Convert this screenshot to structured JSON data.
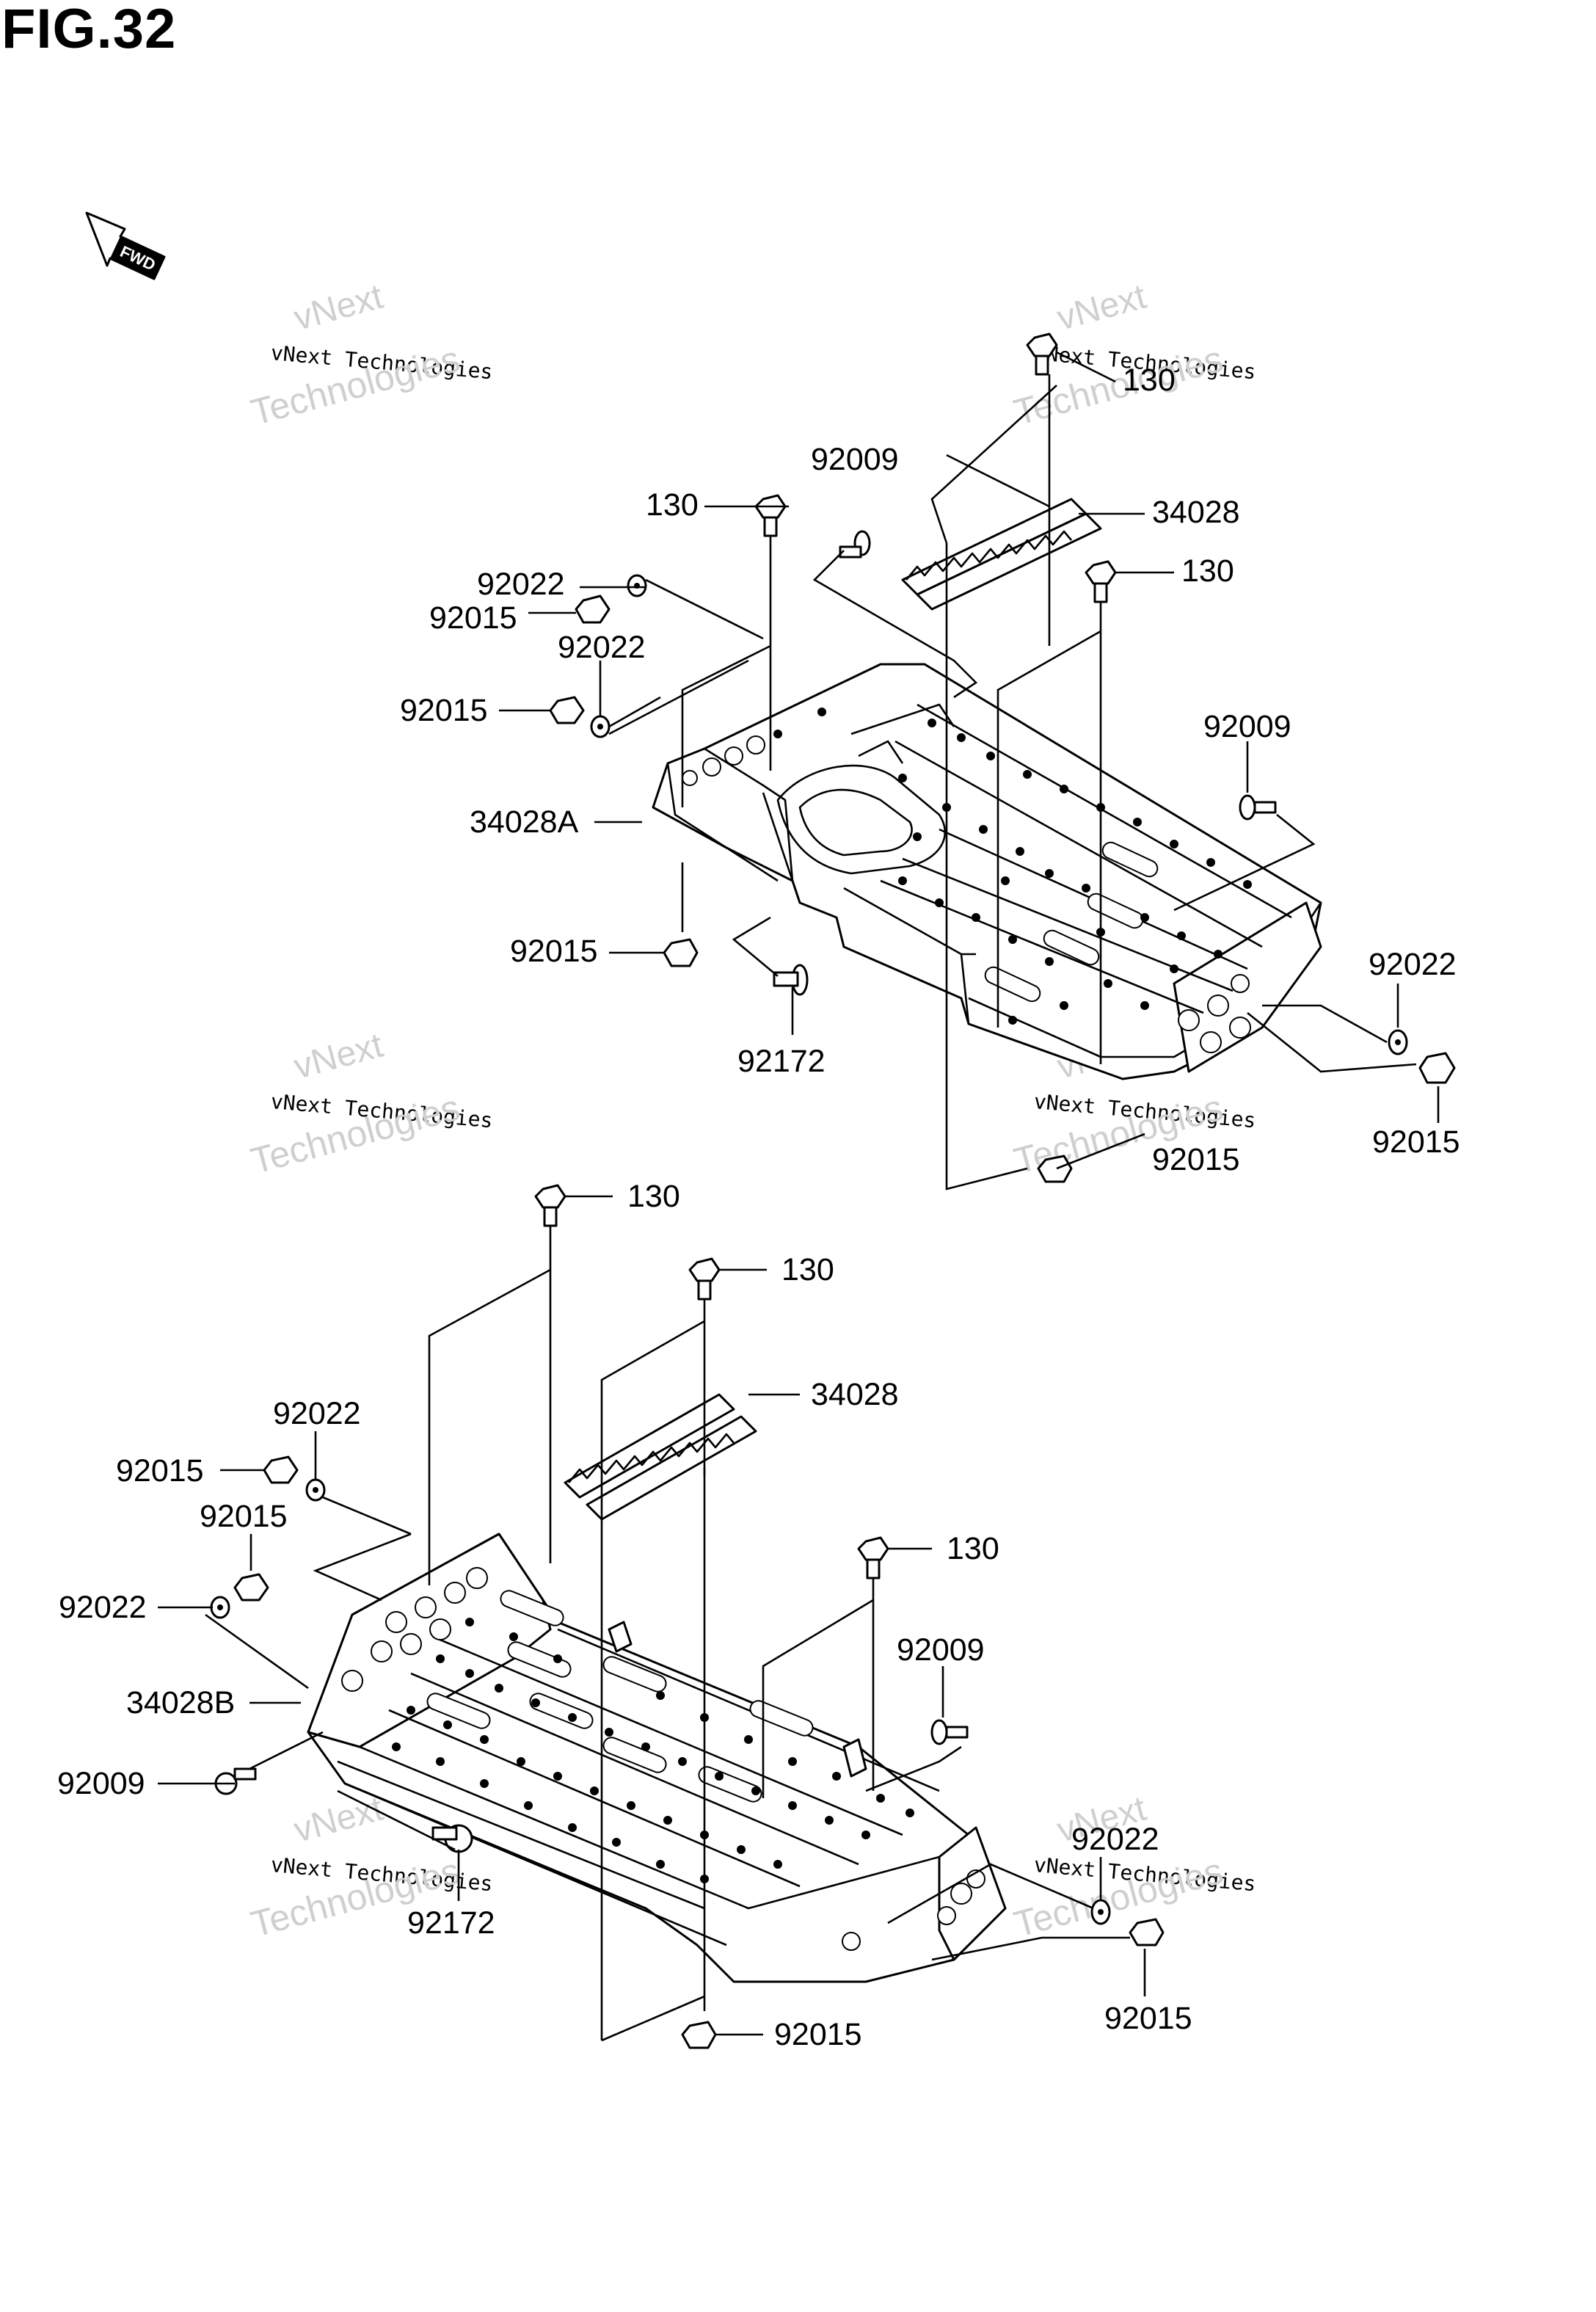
{
  "figure": {
    "title": "FIG.32",
    "fwd_label": "FWD"
  },
  "watermark": {
    "line1": "vNext Technologies",
    "line2": "vNext",
    "line3": "Technologies"
  },
  "upper_assembly": {
    "labels": [
      {
        "id": "u1",
        "text": "130"
      },
      {
        "id": "u2",
        "text": "92009"
      },
      {
        "id": "u3",
        "text": "130"
      },
      {
        "id": "u4",
        "text": "34028"
      },
      {
        "id": "u5",
        "text": "92022"
      },
      {
        "id": "u6",
        "text": "92015"
      },
      {
        "id": "u7",
        "text": "92022"
      },
      {
        "id": "u8",
        "text": "130"
      },
      {
        "id": "u9",
        "text": "92015"
      },
      {
        "id": "u10",
        "text": "92009"
      },
      {
        "id": "u11",
        "text": "34028A"
      },
      {
        "id": "u12",
        "text": "92015"
      },
      {
        "id": "u13",
        "text": "92172"
      },
      {
        "id": "u14",
        "text": "92022"
      },
      {
        "id": "u15",
        "text": "92015"
      },
      {
        "id": "u16",
        "text": "92015"
      }
    ]
  },
  "lower_assembly": {
    "labels": [
      {
        "id": "l1",
        "text": "130"
      },
      {
        "id": "l2",
        "text": "130"
      },
      {
        "id": "l3",
        "text": "34028"
      },
      {
        "id": "l4",
        "text": "92022"
      },
      {
        "id": "l5",
        "text": "92015"
      },
      {
        "id": "l6",
        "text": "92015"
      },
      {
        "id": "l7",
        "text": "130"
      },
      {
        "id": "l8",
        "text": "92022"
      },
      {
        "id": "l9",
        "text": "92009"
      },
      {
        "id": "l10",
        "text": "34028B"
      },
      {
        "id": "l11",
        "text": "92009"
      },
      {
        "id": "l12",
        "text": "92022"
      },
      {
        "id": "l13",
        "text": "92172"
      },
      {
        "id": "l14",
        "text": "92015"
      },
      {
        "id": "l15",
        "text": "92015"
      }
    ]
  }
}
